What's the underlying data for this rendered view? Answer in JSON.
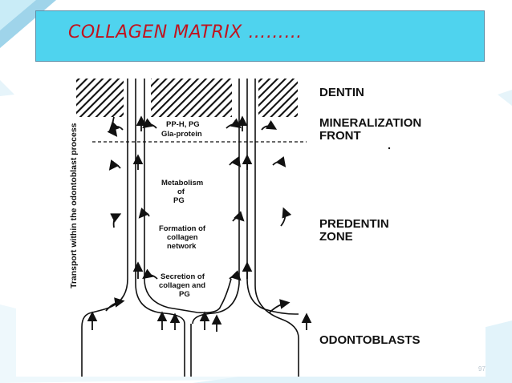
{
  "slide": {
    "title": "COLLAGEN MATRIX ………",
    "page_number": "97",
    "colors": {
      "title_bg": "#4fd3ee",
      "title_text": "#c0141f",
      "accent_blue": "#2a7fbf"
    }
  },
  "diagram": {
    "side_label": "Transport within the odontoblast process",
    "right_labels": {
      "dentin": "DENTIN",
      "mineralization_1": "MINERALIZATION",
      "mineralization_2": "FRONT",
      "predentin_1": "PREDENTIN",
      "predentin_2": "ZONE",
      "odontoblasts": "ODONTOBLASTS"
    },
    "inner_labels": {
      "pph_1": "PP-H, PG",
      "pph_2": "Gla-protein",
      "metab_1": "Metabolism",
      "metab_2": "of",
      "metab_3": "PG",
      "form_1": "Formation of",
      "form_2": "collagen",
      "form_3": "network",
      "secr_1": "Secretion of",
      "secr_2": "collagen and",
      "secr_3": "PG"
    }
  }
}
